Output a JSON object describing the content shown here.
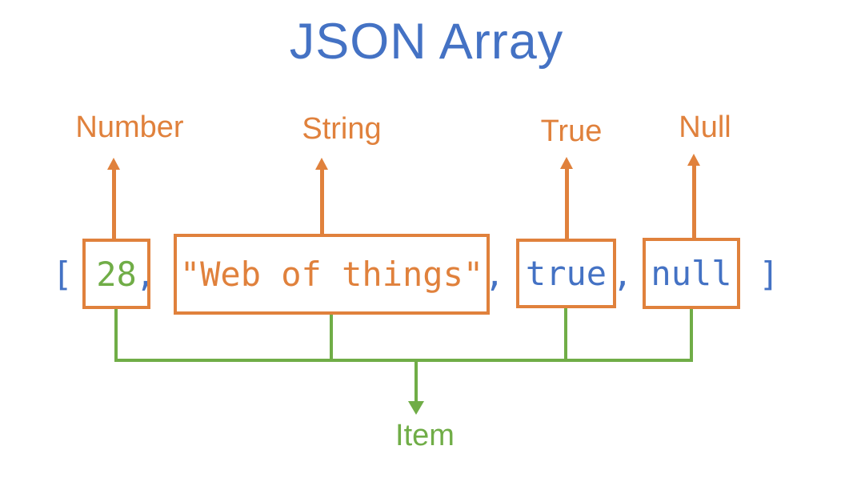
{
  "title": "JSON Array",
  "colors": {
    "blue": "#4472C4",
    "orange": "#E0813C",
    "green": "#70AD47"
  },
  "type_labels": [
    {
      "text": "Number"
    },
    {
      "text": "String"
    },
    {
      "text": "True"
    },
    {
      "text": "Null"
    }
  ],
  "array_tokens": {
    "open_bracket": "[",
    "close_bracket": "]",
    "comma": ",",
    "items": [
      {
        "value": "28",
        "type": "number"
      },
      {
        "value": "\"Web of things\"",
        "type": "string"
      },
      {
        "value": "true",
        "type": "boolean"
      },
      {
        "value": "null",
        "type": "null"
      }
    ]
  },
  "item_label": "Item"
}
